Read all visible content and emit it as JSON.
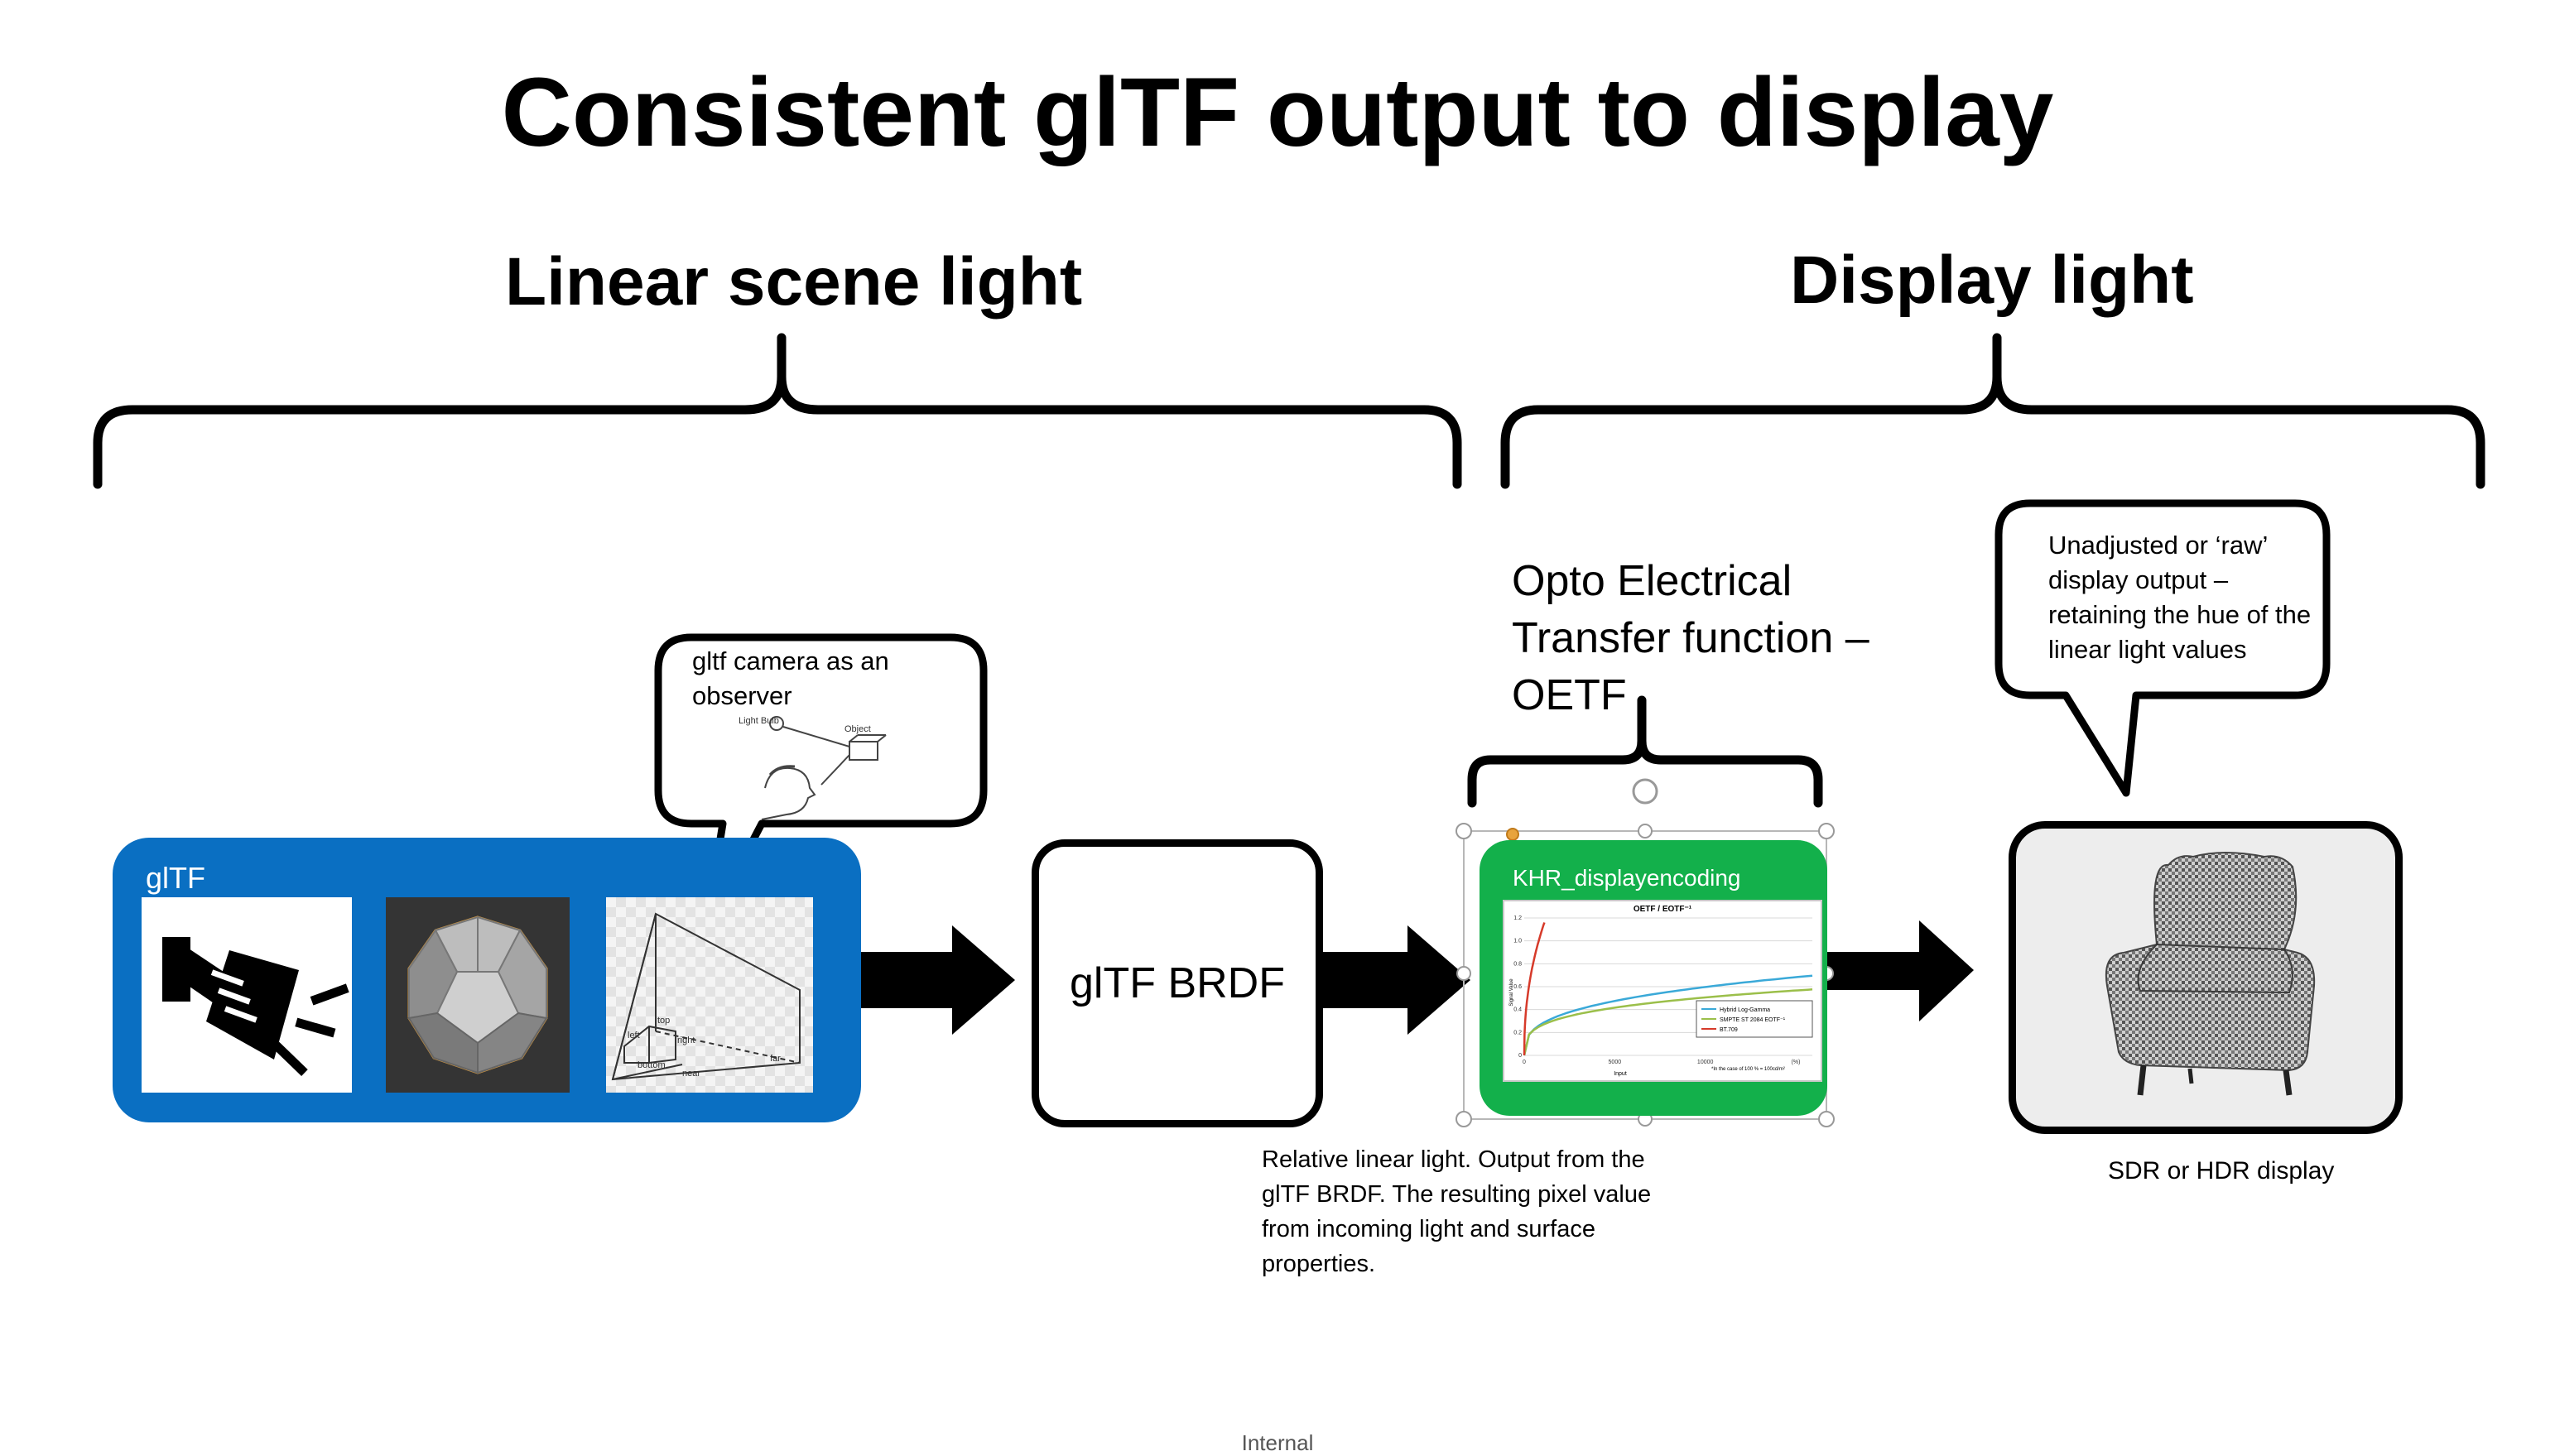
{
  "title": "Consistent glTF output to display",
  "sections": {
    "linear": "Linear scene light",
    "display": "Display light"
  },
  "gltf_panel": {
    "label": "glTF"
  },
  "camera_callout": {
    "text": "gltf camera as an observer",
    "sketch_labels": [
      "Light Bulb",
      "Object"
    ]
  },
  "camera_frustum_labels": [
    "top",
    "left",
    "right",
    "bottom",
    "near",
    "far"
  ],
  "brdf": {
    "label": "glTF BRDF"
  },
  "oetf": {
    "text": "Opto Electrical Transfer function – OETF"
  },
  "khr": {
    "label": "KHR_displayencoding"
  },
  "khr_chart": {
    "type": "line",
    "title": "OETF / EOTF⁻¹",
    "ylabel": "Signal Value",
    "xlabel": "Input",
    "x_ticks": [
      "0",
      "5000",
      "10000",
      "(%)"
    ],
    "y_ticks": [
      "0",
      "0.2",
      "0.4",
      "0.6",
      "0.8",
      "1.0",
      "1.2"
    ],
    "legend": [
      "Hybrid Log-Gamma",
      "SMPTE ST 2084 EOTF⁻¹",
      "BT.709"
    ],
    "footnote": "*In the case of 100 % = 100cd/m²",
    "colors": [
      "#3aa9d8",
      "#9bbf4a",
      "#d63a2a"
    ]
  },
  "raw_callout": {
    "text": "Unadjusted or ‘raw’ display output – retaining the hue of the linear light values"
  },
  "relative_text": "Relative linear light. Output from the glTF BRDF. The resulting pixel value from incoming light and surface properties.",
  "display_label": "SDR or HDR display",
  "footer": "Internal",
  "colors": {
    "gltf_panel": "#0a6fc2",
    "khr_box": "#13b04b"
  }
}
